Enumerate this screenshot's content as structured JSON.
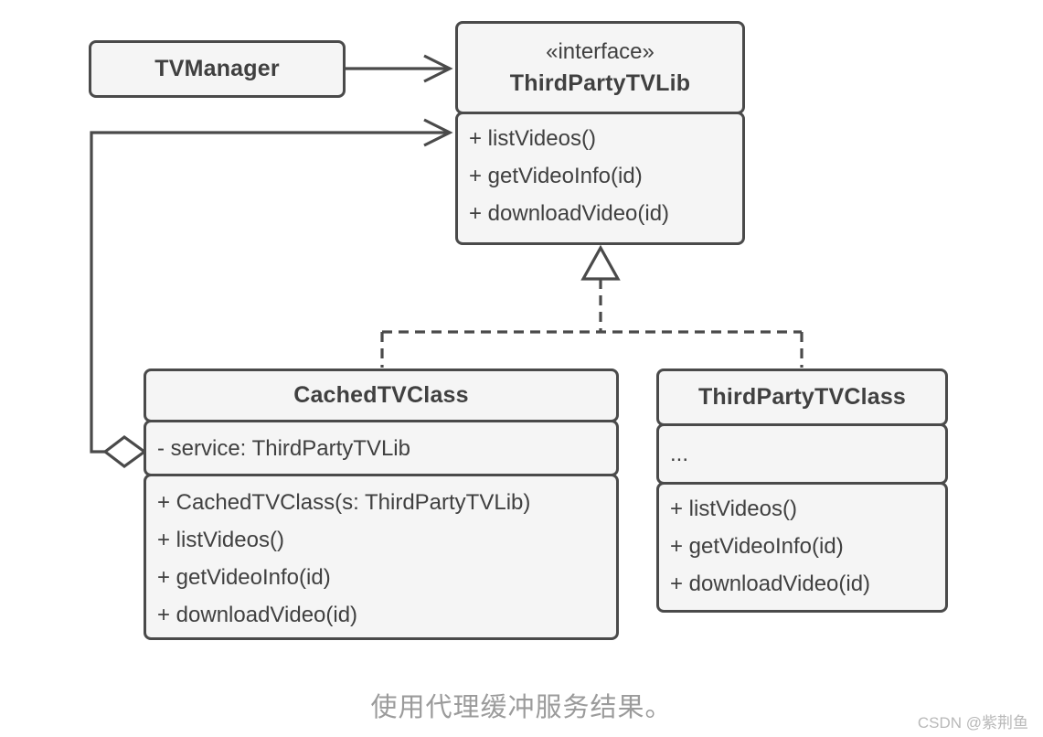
{
  "diagram": {
    "classes": {
      "tvmanager": {
        "title": "TVManager"
      },
      "interface": {
        "stereotype": "«interface»",
        "title": "ThirdPartyTVLib",
        "methods": [
          "+ listVideos()",
          "+ getVideoInfo(id)",
          "+ downloadVideo(id)"
        ]
      },
      "cached": {
        "title": "CachedTVClass",
        "attributes": [
          "- service: ThirdPartyTVLib"
        ],
        "methods": [
          "+ CachedTVClass(s: ThirdPartyTVLib)",
          "+ listVideos()",
          "+ getVideoInfo(id)",
          "+ downloadVideo(id)"
        ]
      },
      "thirdparty": {
        "title": "ThirdPartyTVClass",
        "attributes": [
          "..."
        ],
        "methods": [
          "+ listVideos()",
          "+ getVideoInfo(id)",
          "+ downloadVideo(id)"
        ]
      }
    },
    "caption": "使用代理缓冲服务结果。",
    "watermark": "CSDN @紫荆鱼",
    "colors": {
      "line": "#4a4a4a",
      "box_fill": "#f5f5f5",
      "text": "#404040",
      "caption": "#9b9b9b",
      "watermark": "#b9b9b9",
      "background": "#ffffff"
    }
  }
}
